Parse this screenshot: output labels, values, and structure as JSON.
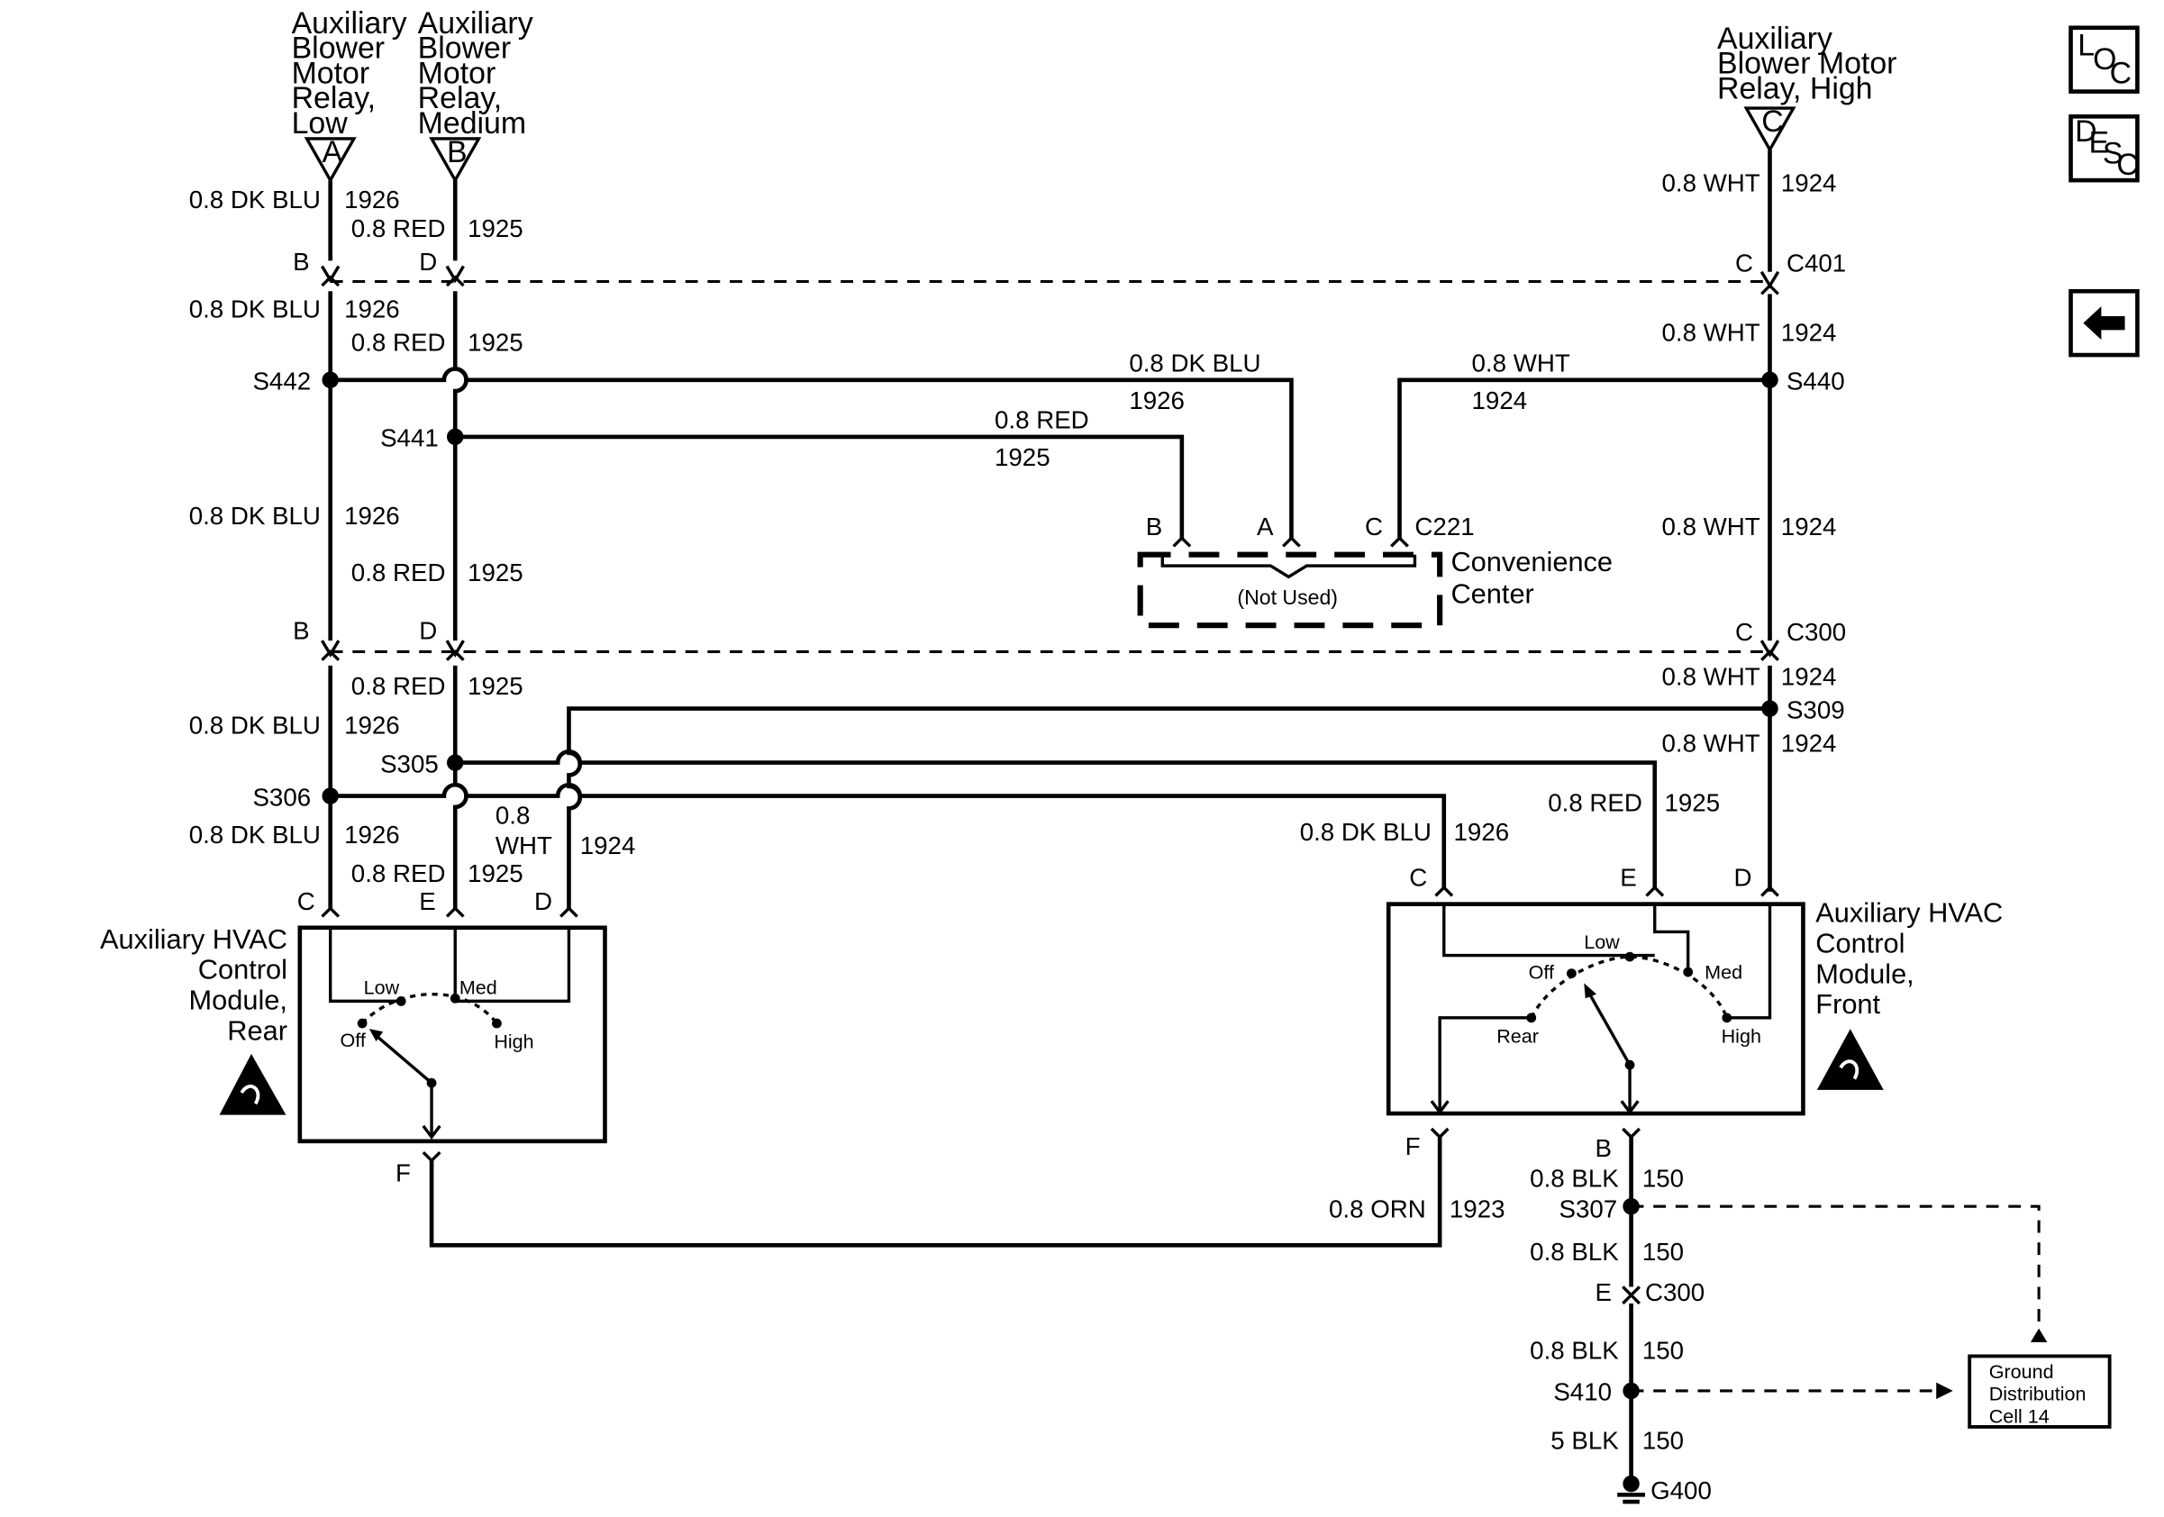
{
  "relays": {
    "low": {
      "letter": "A",
      "lines": [
        "Auxiliary",
        "Blower",
        "Motor",
        "Relay,",
        "Low"
      ]
    },
    "medium": {
      "letter": "B",
      "lines": [
        "Auxiliary",
        "Blower",
        "Motor",
        "Relay,",
        "Medium"
      ]
    },
    "high": {
      "letter": "C",
      "lines": [
        "Auxiliary",
        "Blower Motor",
        "Relay, High"
      ]
    }
  },
  "nav": {
    "loc": [
      "L",
      "O",
      "C"
    ],
    "desc": [
      "D",
      "E",
      "S",
      "C"
    ]
  },
  "wires": {
    "blu": "0.8 DK BLU",
    "blu_circ": "1926",
    "red": "0.8 RED",
    "red_circ": "1925",
    "wht": "0.8 WHT",
    "wht_circ": "1924",
    "wht_split": [
      "0.8",
      "WHT"
    ],
    "orn": "0.8 ORN",
    "orn_circ": "1923",
    "blk": "0.8 BLK",
    "blk_circ": "150",
    "blk5": "5 BLK"
  },
  "pins": {
    "a": "A",
    "b": "B",
    "c": "C",
    "d": "D",
    "e": "E",
    "f": "F"
  },
  "connectors": {
    "c401": "C401",
    "c300": "C300",
    "c221": "C221"
  },
  "splices": {
    "s442": "S442",
    "s441": "S441",
    "s440": "S440",
    "s309": "S309",
    "s305": "S305",
    "s306": "S306",
    "s307": "S307",
    "s410": "S410"
  },
  "ground": "G400",
  "convenience": {
    "name": [
      "Convenience",
      "Center"
    ],
    "note": "(Not Used)"
  },
  "rear_module": {
    "name": [
      "Auxiliary HVAC",
      "Control",
      "Module,",
      "Rear"
    ],
    "positions": {
      "low": "Low",
      "med": "Med",
      "off": "Off",
      "high": "High"
    }
  },
  "front_module": {
    "name": [
      "Auxiliary HVAC",
      "Control",
      "Module,",
      "Front"
    ],
    "positions": {
      "low": "Low",
      "med": "Med",
      "off": "Off",
      "rear": "Rear",
      "high": "High"
    }
  },
  "ground_dist": [
    "Ground",
    "Distribution",
    "Cell 14"
  ]
}
